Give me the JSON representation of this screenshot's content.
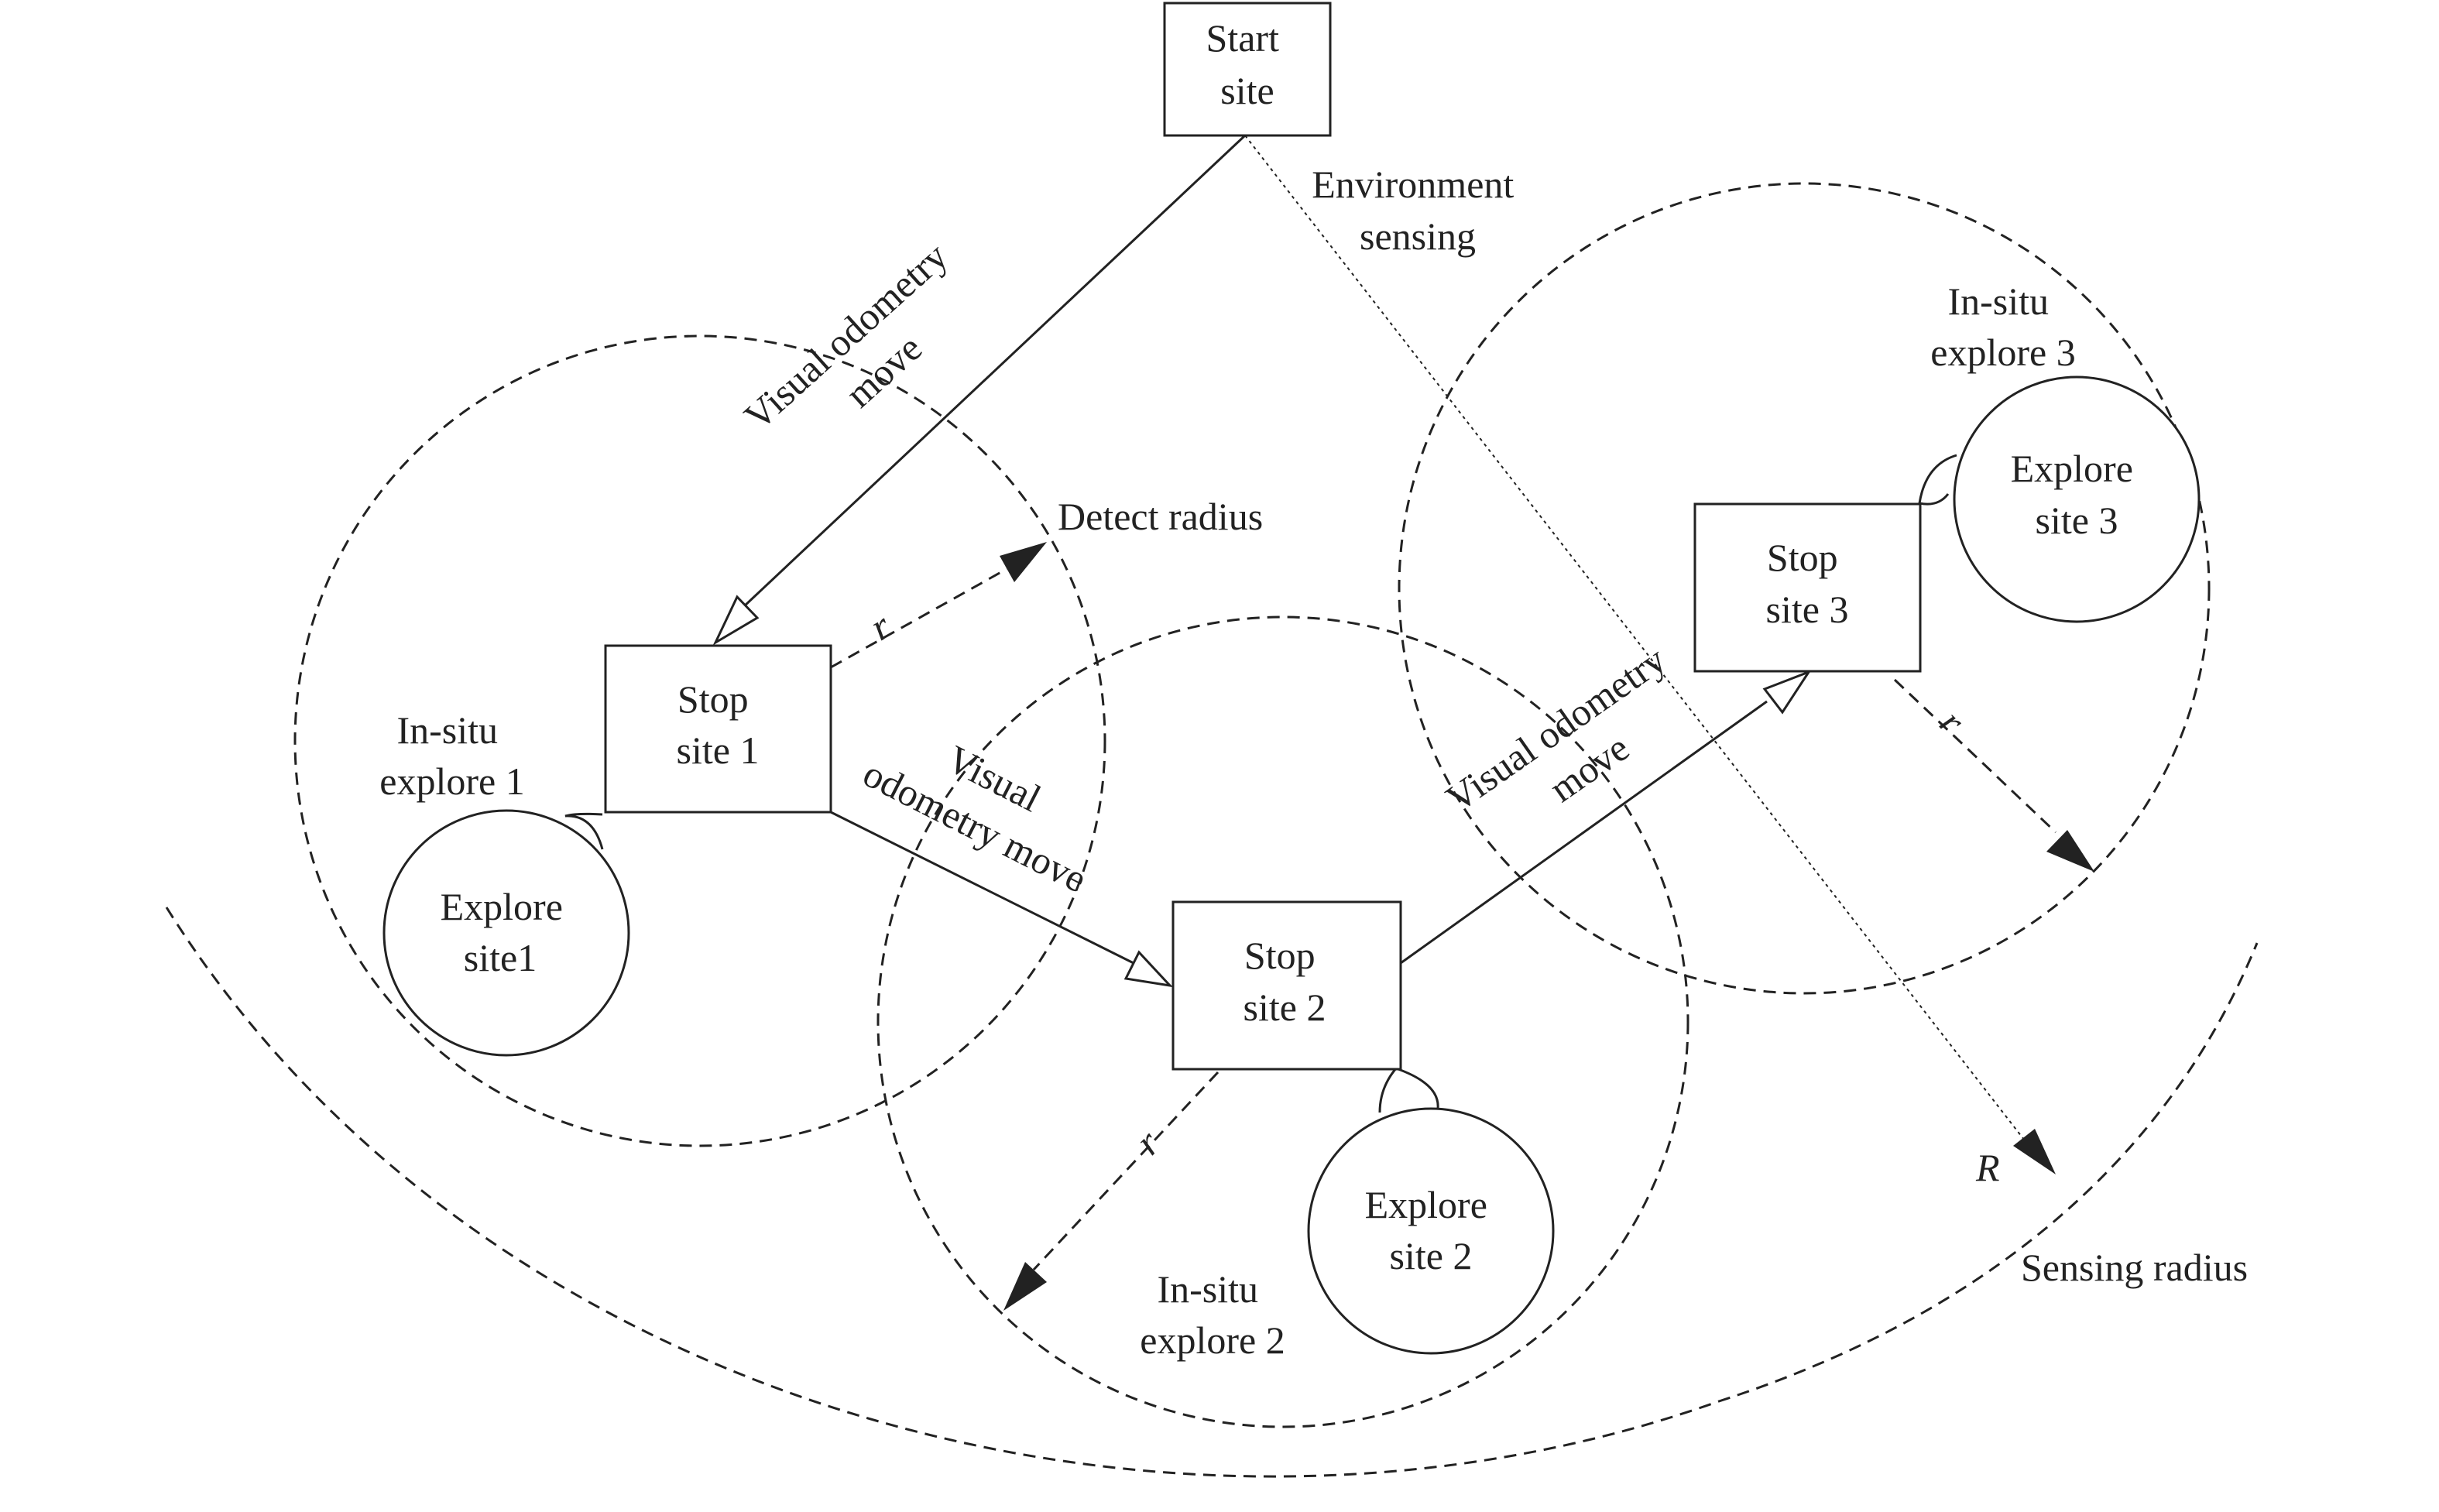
{
  "nodes": {
    "start": [
      "Start",
      "site"
    ],
    "stop1": [
      "Stop",
      "site 1"
    ],
    "stop2": [
      "Stop",
      "site 2"
    ],
    "stop3": [
      "Stop",
      "site 3"
    ],
    "explore1": [
      "Explore",
      "site1"
    ],
    "explore2": [
      "Explore",
      "site 2"
    ],
    "explore3": [
      "Explore",
      "site 3"
    ]
  },
  "labels": {
    "environment_sensing": [
      "Environment",
      "sensing"
    ],
    "visual_odometry_move_1": [
      "Visual odometry",
      "move"
    ],
    "visual_odometry_move_2": [
      "Visual",
      "odometry move"
    ],
    "visual_odometry_move_3": [
      "Visual odometry",
      "move"
    ],
    "detect_radius": "Detect radius",
    "sensing_radius": "Sensing radius",
    "insitu_1": [
      "In-situ",
      "explore 1"
    ],
    "insitu_2": [
      "In-situ",
      "explore 2"
    ],
    "insitu_3": [
      "In-situ",
      "explore 3"
    ],
    "r_symbol": "r",
    "R_symbol": "R"
  }
}
